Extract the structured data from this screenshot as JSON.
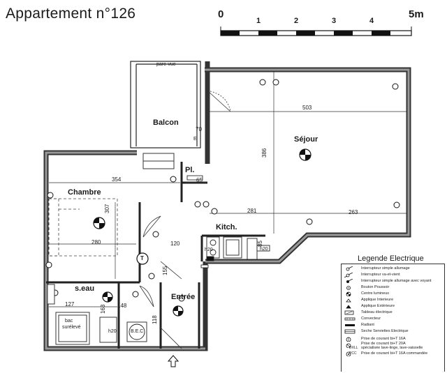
{
  "title": "Appartement  n°126",
  "scale": {
    "ticks": [
      "0",
      "1",
      "2",
      "3",
      "4",
      "5m"
    ]
  },
  "rooms": {
    "balcon": "Balcon",
    "sejour": "Séjour",
    "chambre": "Chambre",
    "placard": "Pl.",
    "kitchen": "Kitch.",
    "seau": "s.eau",
    "entree": "Entrée"
  },
  "labels": {
    "parevue": "pare-vue",
    "bac": "bac",
    "surelevé": "surélevé",
    "bec": "B.E.C",
    "h20a": "h20",
    "h20b": "h20",
    "h20c": "h20",
    "f1": "E",
    "f2": "T"
  },
  "dims": {
    "d503": "503",
    "d386": "386",
    "d70": "70",
    "d354": "354",
    "d65": "65",
    "d307": "307",
    "d280": "280",
    "d281": "281",
    "d263": "263",
    "d120": "120",
    "d85": "85",
    "d155": "155",
    "d127": "127",
    "d148": "148",
    "d163": "163",
    "d118": "118"
  },
  "legend": {
    "title": "Legende Electrique",
    "items": [
      "Interrupteur simple allumage",
      "Interrupteur va-et-vient",
      "Interrupteur simple allumage avec voyant",
      "Bouton Poussoir",
      "Centre lumineux",
      "Applique Interieure",
      "Applique Extérieure",
      "Tableau électrique",
      "Convecteur",
      "Radiant",
      "Seche Serviettes Electrique",
      "Prise de courant bi+T 16A",
      "Prise de courant bi+T 20A",
      "spécialisée lave-linge, lave-vaisselle",
      "Prise de courant bi+T 16A commandée"
    ],
    "prefixes": [
      "DXLL",
      "PCC"
    ]
  }
}
